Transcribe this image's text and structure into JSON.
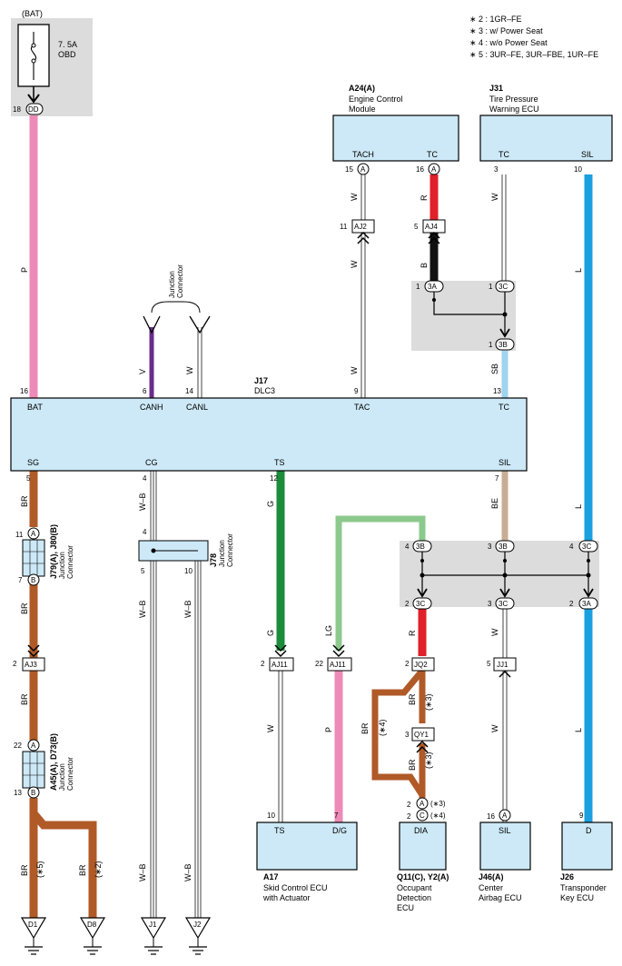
{
  "notes": [
    "∗ 2 : 1GR–FE",
    "∗ 3 : w/ Power Seat",
    "∗ 4 : w/o Power Seat",
    "∗ 5 : 3UR–FE,  3UR–FBE,  1UR–FE"
  ],
  "fuse": {
    "source": "(BAT)",
    "rating": "7. 5A",
    "name": "OBD",
    "pin": "18",
    "conn": "DD",
    "wire_color": "P"
  },
  "dlc": {
    "id": "J17",
    "name": "DLC3",
    "top_pins": [
      {
        "num": "16",
        "label": "BAT"
      },
      {
        "num": "6",
        "label": "CANH"
      },
      {
        "num": "14",
        "label": "CANL"
      },
      {
        "num": "9",
        "label": "TAC"
      },
      {
        "num": "13",
        "label": "TC"
      }
    ],
    "bottom_pins": [
      {
        "num": "5",
        "label": "SG"
      },
      {
        "num": "4",
        "label": "CG"
      },
      {
        "num": "12",
        "label": "TS"
      },
      {
        "num": "7",
        "label": "SIL"
      }
    ]
  },
  "junction_connector_top": {
    "line1": "Junction",
    "line2": "Connector",
    "wire_v": "V",
    "wire_w": "W"
  },
  "ecm": {
    "id": "A24(A)",
    "line1": "Engine Control",
    "line2": "Module",
    "pin_tach": "TACH",
    "pin_tc": "TC",
    "pin15": "15",
    "pin16": "16",
    "conn": "A"
  },
  "tpw": {
    "id": "J31",
    "line1": "Tire Pressure",
    "line2": "Warning ECU",
    "pin_tc": "TC",
    "pin_sil": "SIL",
    "pin3": "3",
    "pin10": "10"
  },
  "connectors": {
    "aj2": {
      "pin": "11",
      "name": "AJ2"
    },
    "aj4": {
      "pin": "5",
      "name": "AJ4"
    },
    "aj3": {
      "pin": "2",
      "name": "AJ3"
    },
    "aj11a": {
      "pin": "2",
      "name": "AJ11"
    },
    "aj11b": {
      "pin": "22",
      "name": "AJ11"
    },
    "jq2": {
      "pin": "2",
      "name": "JQ2"
    },
    "qy1": {
      "pin": "3",
      "name": "QY1"
    },
    "jj1": {
      "pin": "5",
      "name": "JJ1"
    }
  },
  "junction_block_top": {
    "p1": "1",
    "c1": "3A",
    "p2": "1",
    "c2": "3C",
    "p3": "1",
    "c3": "3B"
  },
  "junction_block_mid": {
    "top": [
      {
        "p": "4",
        "c": "3B"
      },
      {
        "p": "3",
        "c": "3B"
      },
      {
        "p": "4",
        "c": "3C"
      }
    ],
    "bottom": [
      {
        "p": "2",
        "c": "3C"
      },
      {
        "p": "3",
        "c": "3C"
      },
      {
        "p": "2",
        "c": "3A"
      }
    ]
  },
  "wire_colors": {
    "w": "W",
    "r": "R",
    "b": "B",
    "sb": "SB",
    "l": "L",
    "br": "BR",
    "wb": "W–B",
    "g": "G",
    "be": "BE",
    "lg": "LG",
    "p": "P"
  },
  "j79": {
    "id": "J79(A),  J80(B)",
    "line1": "Junction",
    "line2": "Connector",
    "pin_top": "11",
    "conn_top": "A",
    "pin_bot": "7",
    "conn_bot": "B"
  },
  "a45": {
    "id": "A45(A),  D73(B)",
    "line1": "Junction",
    "line2": "Connector",
    "pin_top": "22",
    "conn_top": "A",
    "pin_bot": "13",
    "conn_bot": "B"
  },
  "j78": {
    "id": "J78",
    "line1": "Junction",
    "line2": "Connector",
    "p1": "4",
    "p2": "5",
    "p3": "10"
  },
  "cond": {
    "n3": "(∗3)",
    "n4": "(∗4)",
    "n5": "(∗5)",
    "n2": "(∗2)"
  },
  "a17": {
    "id": "A17",
    "line1": "Skid Control ECU",
    "line2": "with Actuator",
    "pin_ts": "TS",
    "pin_dg": "D/G",
    "p10": "10",
    "p7": "7"
  },
  "q11": {
    "id": "Q11(C),  Y2(A)",
    "line1": "Occupant",
    "line2": "Detection",
    "line3": "ECU",
    "pin": "DIA",
    "p2a": "2",
    "ca": "A",
    "p2c": "2",
    "cc": "C"
  },
  "j46": {
    "id": "J46(A)",
    "line1": "Center",
    "line2": "Airbag ECU",
    "pin": "SIL",
    "p16": "16",
    "conn": "A"
  },
  "j26": {
    "id": "J26",
    "line1": "Transponder",
    "line2": "Key ECU",
    "pin": "D",
    "p9": "9"
  },
  "grounds": [
    "D1",
    "D8",
    "J1",
    "J2"
  ]
}
